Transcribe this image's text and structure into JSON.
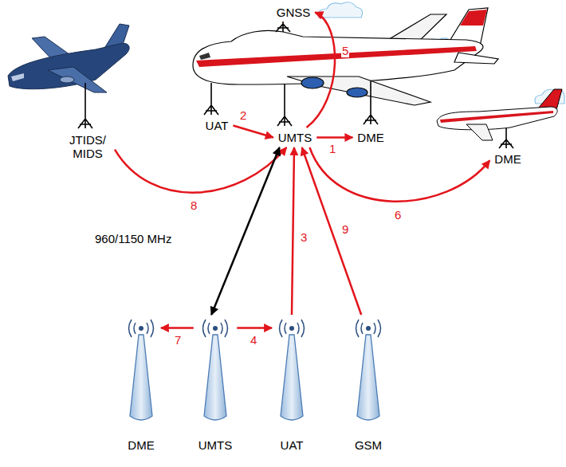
{
  "diagram": {
    "nodes": [
      {
        "text": [
          "GNSS"
        ]
      },
      {
        "text": [
          "JTIDS/ MIDS"
        ]
      },
      {
        "text": [
          "UAT"
        ]
      },
      {
        "text": [
          "UMTS"
        ]
      },
      {
        "text": [
          "DME"
        ]
      },
      {
        "text": [
          "DME"
        ]
      },
      {
        "text": [
          "DME"
        ]
      },
      {
        "text": [
          "UMTS"
        ]
      },
      {
        "text": [
          "UAT"
        ]
      },
      {
        "text": [
          "GSM"
        ]
      }
    ],
    "edges": [
      {
        "from": 3,
        "to": 4,
        "label": "1",
        "arrow": "to"
      },
      {
        "from": 2,
        "to": 3,
        "label": "2",
        "arrow": "to"
      },
      {
        "from": 8,
        "to": 3,
        "label": "3",
        "arrow": "to"
      },
      {
        "from": 7,
        "to": 8,
        "label": "4",
        "arrow": "to"
      },
      {
        "from": 3,
        "to": 0,
        "label": "5",
        "arrow": "to"
      },
      {
        "from": 3,
        "to": 5,
        "label": "6",
        "arrow": "to"
      },
      {
        "from": 7,
        "to": 6,
        "label": "7",
        "arrow": "to"
      },
      {
        "from": 1,
        "to": 3,
        "label": "8",
        "arrow": "to"
      },
      {
        "from": 9,
        "to": 3,
        "label": "9",
        "arrow": "to"
      },
      {
        "from": 7,
        "to": 3,
        "label": "960/1150 MHz",
        "arrow": "both"
      }
    ]
  }
}
